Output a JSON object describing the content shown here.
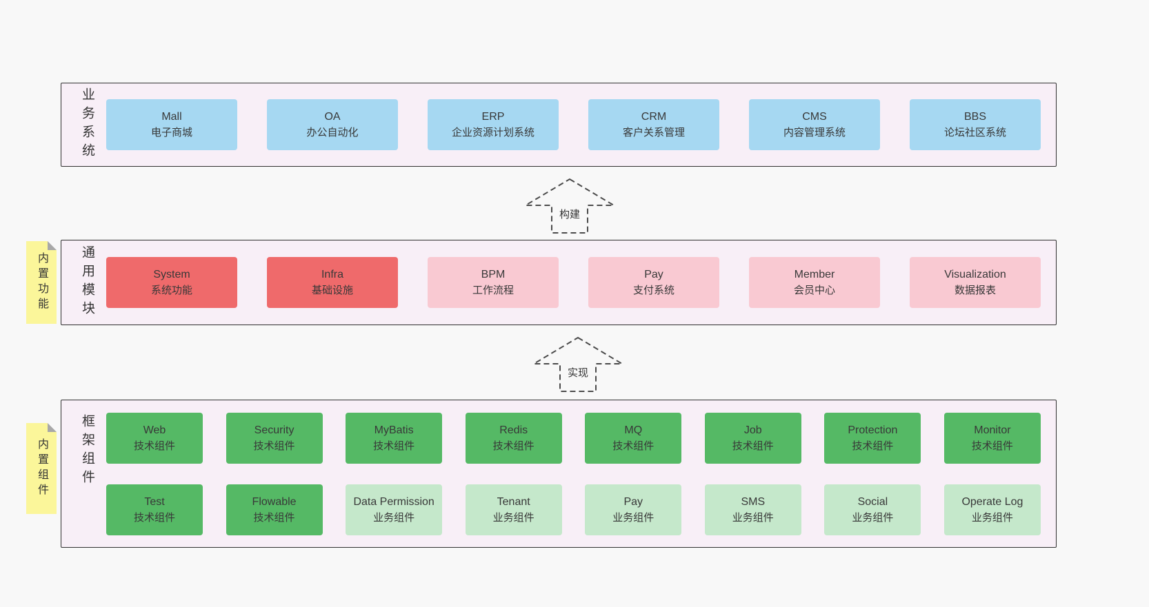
{
  "colors": {
    "page_bg": "#f8f8f8",
    "panel_bg": "#f8eff7",
    "border": "#2f2f2f",
    "blue": "#a6d8f2",
    "red": "#ef6a6b",
    "pink": "#f9c9d2",
    "green": "#55b965",
    "light_green": "#c5e8cb",
    "sticky_yellow": "#fbf69a"
  },
  "arrows": {
    "build": {
      "label": "构建"
    },
    "implement": {
      "label": "实现"
    }
  },
  "panels": {
    "business": {
      "side_label": "业务系统",
      "items": [
        {
          "title": "Mall",
          "subtitle": "电子商城",
          "variant": "blue"
        },
        {
          "title": "OA",
          "subtitle": "办公自动化",
          "variant": "blue"
        },
        {
          "title": "ERP",
          "subtitle": "企业资源计划系统",
          "variant": "blue"
        },
        {
          "title": "CRM",
          "subtitle": "客户关系管理",
          "variant": "blue"
        },
        {
          "title": "CMS",
          "subtitle": "内容管理系统",
          "variant": "blue"
        },
        {
          "title": "BBS",
          "subtitle": "论坛社区系统",
          "variant": "blue"
        }
      ]
    },
    "modules": {
      "sticky_label": "内置功能",
      "side_label": "通用模块",
      "items": [
        {
          "title": "System",
          "subtitle": "系统功能",
          "variant": "red"
        },
        {
          "title": "Infra",
          "subtitle": "基础设施",
          "variant": "red"
        },
        {
          "title": "BPM",
          "subtitle": "工作流程",
          "variant": "pink"
        },
        {
          "title": "Pay",
          "subtitle": "支付系统",
          "variant": "pink"
        },
        {
          "title": "Member",
          "subtitle": "会员中心",
          "variant": "pink"
        },
        {
          "title": "Visualization",
          "subtitle": "数据报表",
          "variant": "pink"
        }
      ]
    },
    "framework": {
      "sticky_label": "内置组件",
      "side_label": "框架组件",
      "row1": [
        {
          "title": "Web",
          "subtitle": "技术组件",
          "variant": "green"
        },
        {
          "title": "Security",
          "subtitle": "技术组件",
          "variant": "green"
        },
        {
          "title": "MyBatis",
          "subtitle": "技术组件",
          "variant": "green"
        },
        {
          "title": "Redis",
          "subtitle": "技术组件",
          "variant": "green"
        },
        {
          "title": "MQ",
          "subtitle": "技术组件",
          "variant": "green"
        },
        {
          "title": "Job",
          "subtitle": "技术组件",
          "variant": "green"
        },
        {
          "title": "Protection",
          "subtitle": "技术组件",
          "variant": "green"
        },
        {
          "title": "Monitor",
          "subtitle": "技术组件",
          "variant": "green"
        }
      ],
      "row2": [
        {
          "title": "Test",
          "subtitle": "技术组件",
          "variant": "green"
        },
        {
          "title": "Flowable",
          "subtitle": "技术组件",
          "variant": "green"
        },
        {
          "title": "Data Permission",
          "subtitle": "业务组件",
          "variant": "lightgreen"
        },
        {
          "title": "Tenant",
          "subtitle": "业务组件",
          "variant": "lightgreen"
        },
        {
          "title": "Pay",
          "subtitle": "业务组件",
          "variant": "lightgreen"
        },
        {
          "title": "SMS",
          "subtitle": "业务组件",
          "variant": "lightgreen"
        },
        {
          "title": "Social",
          "subtitle": "业务组件",
          "variant": "lightgreen"
        },
        {
          "title": "Operate Log",
          "subtitle": "业务组件",
          "variant": "lightgreen"
        }
      ]
    }
  }
}
